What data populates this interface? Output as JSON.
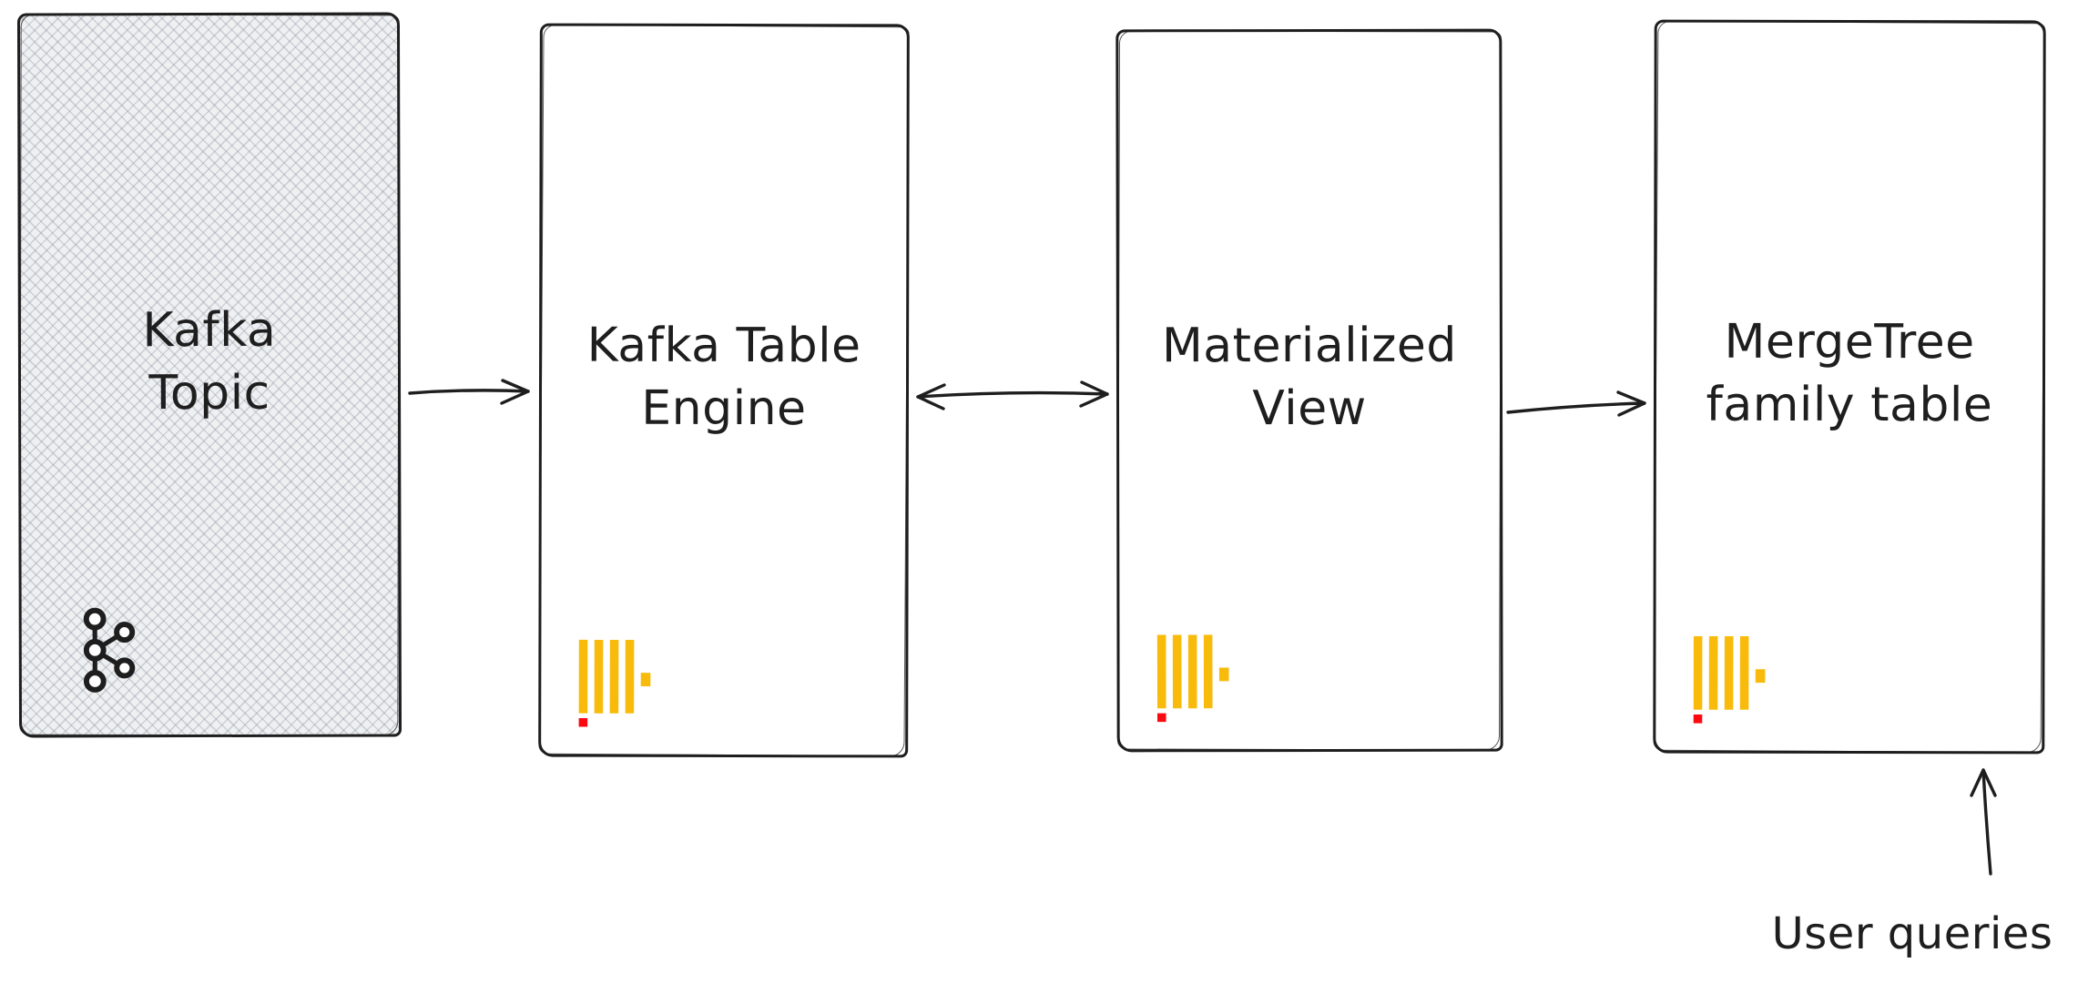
{
  "diagram": {
    "nodes": [
      {
        "id": "kafka-topic",
        "label": "Kafka\nTopic",
        "icon": "kafka-icon",
        "fill": "hatched-gray"
      },
      {
        "id": "kafka-engine",
        "label": "Kafka Table\nEngine",
        "icon": "clickhouse-icon",
        "fill": "white"
      },
      {
        "id": "mat-view",
        "label": "Materialized\nView",
        "icon": "clickhouse-icon",
        "fill": "white"
      },
      {
        "id": "mergetree",
        "label": "MergeTree\nfamily table",
        "icon": "clickhouse-icon",
        "fill": "white"
      }
    ],
    "edges": [
      {
        "from": "kafka-topic",
        "to": "kafka-engine",
        "direction": "right"
      },
      {
        "from": "kafka-engine",
        "to": "mat-view",
        "direction": "both"
      },
      {
        "from": "mat-view",
        "to": "mergetree",
        "direction": "right"
      },
      {
        "from": "user-queries",
        "to": "mergetree",
        "direction": "up"
      }
    ],
    "annotations": [
      {
        "id": "user-queries",
        "label": "User queries"
      }
    ]
  },
  "colors": {
    "stroke": "#1e1e1e",
    "clickhouse_yellow": "#f9bb0b",
    "clickhouse_red": "#fa0a10",
    "kafka_fill": "#eef0f2"
  }
}
